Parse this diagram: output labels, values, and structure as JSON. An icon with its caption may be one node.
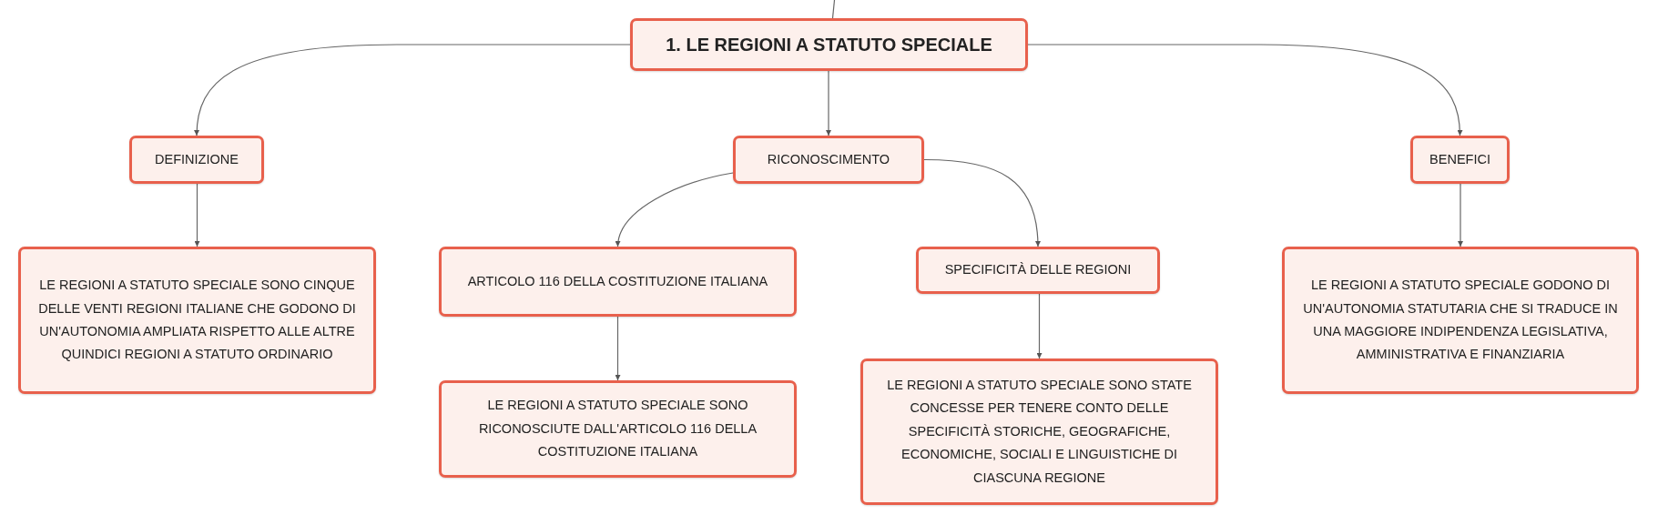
{
  "diagram": {
    "nodes": [
      {
        "text": [
          "1. LE REGIONI A STATUTO SPECIALE"
        ]
      },
      {
        "text": [
          "DEFINIZIONE"
        ]
      },
      {
        "text": [
          "RICONOSCIMENTO"
        ]
      },
      {
        "text": [
          "BENEFICI"
        ]
      },
      {
        "text": [
          "LE REGIONI A STATUTO SPECIALE SONO CINQUE DELLE VENTI REGIONI ITALIANE CHE GODONO DI UN'AUTONOMIA AMPLIATA RISPETTO ALLE ALTRE QUINDICI REGIONI A STATUTO ORDINARIO"
        ]
      },
      {
        "text": [
          "ARTICOLO 116 DELLA COSTITUZIONE ITALIANA"
        ]
      },
      {
        "text": [
          "SPECIFICITÀ DELLE REGIONI"
        ]
      },
      {
        "text": [
          "LE REGIONI A STATUTO SPECIALE GODONO DI UN'AUTONOMIA STATUTARIA CHE SI TRADUCE IN UNA MAGGIORE INDIPENDENZA LEGISLATIVA, AMMINISTRATIVA E FINANZIARIA"
        ]
      },
      {
        "text": [
          "LE REGIONI A STATUTO SPECIALE SONO RICONOSCIUTE DALL'ARTICOLO 116 DELLA COSTITUZIONE ITALIANA"
        ]
      },
      {
        "text": [
          "LE REGIONI A STATUTO SPECIALE SONO STATE CONCESSE PER TENERE CONTO DELLE SPECIFICITÀ STORICHE, GEOGRAFICHE, ECONOMICHE, SOCIALI E LINGUISTICHE DI CIASCUNA REGIONE"
        ]
      }
    ],
    "edges": [
      {
        "from": null,
        "to": 0,
        "arrow": "none"
      },
      {
        "from": 0,
        "to": 1,
        "arrow": "to"
      },
      {
        "from": 0,
        "to": 2,
        "arrow": "to"
      },
      {
        "from": 0,
        "to": 3,
        "arrow": "to"
      },
      {
        "from": 1,
        "to": 4,
        "arrow": "to"
      },
      {
        "from": 2,
        "to": 5,
        "arrow": "to"
      },
      {
        "from": 2,
        "to": 6,
        "arrow": "to"
      },
      {
        "from": 3,
        "to": 7,
        "arrow": "to"
      },
      {
        "from": 5,
        "to": 8,
        "arrow": "to"
      },
      {
        "from": 6,
        "to": 9,
        "arrow": "to"
      }
    ]
  }
}
